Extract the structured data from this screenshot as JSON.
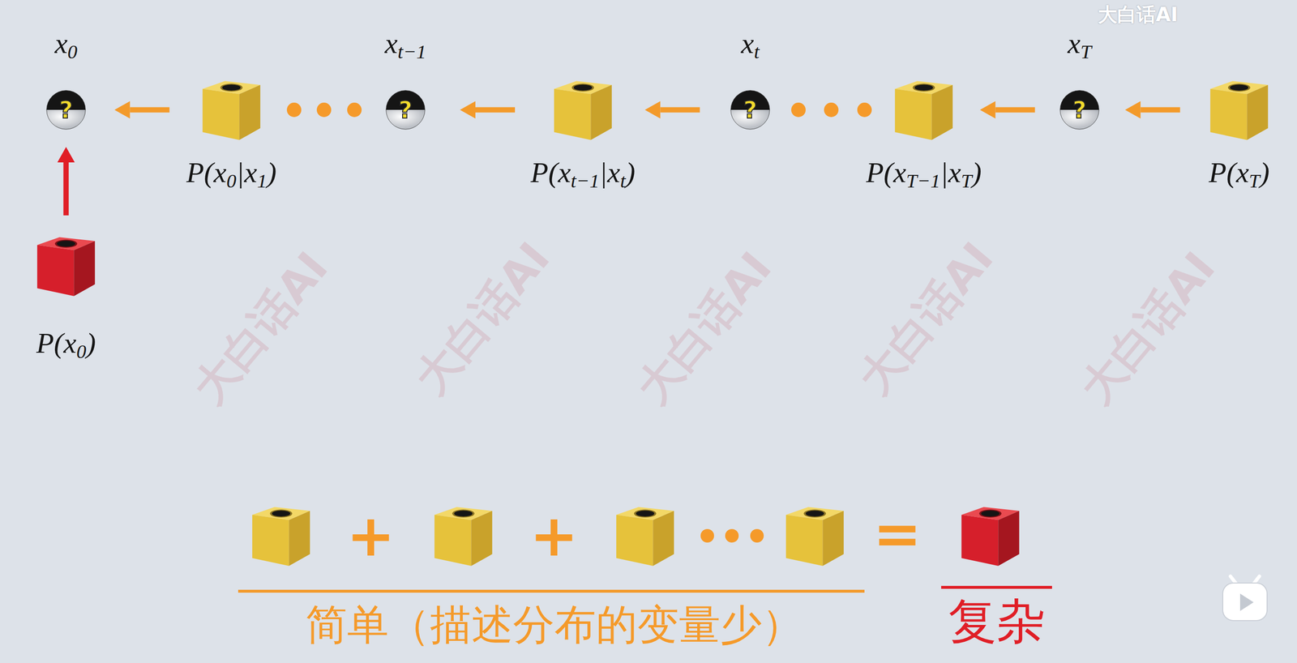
{
  "diagram": {
    "nodes": [
      {
        "text": [
          "x0",
          "?"
        ]
      },
      {
        "text": [
          "P(x0|x1)"
        ]
      },
      {
        "text": [
          "xt−1",
          "?"
        ]
      },
      {
        "text": [
          "P(xt−1|xt)"
        ]
      },
      {
        "text": [
          "xt",
          "?"
        ]
      },
      {
        "text": [
          "P(xT−1|xT)"
        ]
      },
      {
        "text": [
          "xT",
          "?"
        ]
      },
      {
        "text": [
          "P(xT)"
        ]
      },
      {
        "text": [
          "P(x0)"
        ]
      }
    ],
    "edges": [
      {
        "from": 1,
        "to": 0,
        "arrow": "to"
      },
      {
        "from": 3,
        "to": 2,
        "arrow": "to"
      },
      {
        "from": 4,
        "to": 3,
        "arrow": "to"
      },
      {
        "from": 6,
        "to": 5,
        "arrow": "to"
      },
      {
        "from": 7,
        "to": 6,
        "arrow": "to"
      },
      {
        "from": 8,
        "to": 0,
        "arrow": "to"
      }
    ],
    "labels": [
      "+",
      "+",
      "=",
      "简单（描述分布的变量少）",
      "复杂",
      "大白话AI",
      "大白话AI",
      "大白话AI",
      "大白话AI",
      "大白话AI",
      "大白话AI"
    ]
  }
}
